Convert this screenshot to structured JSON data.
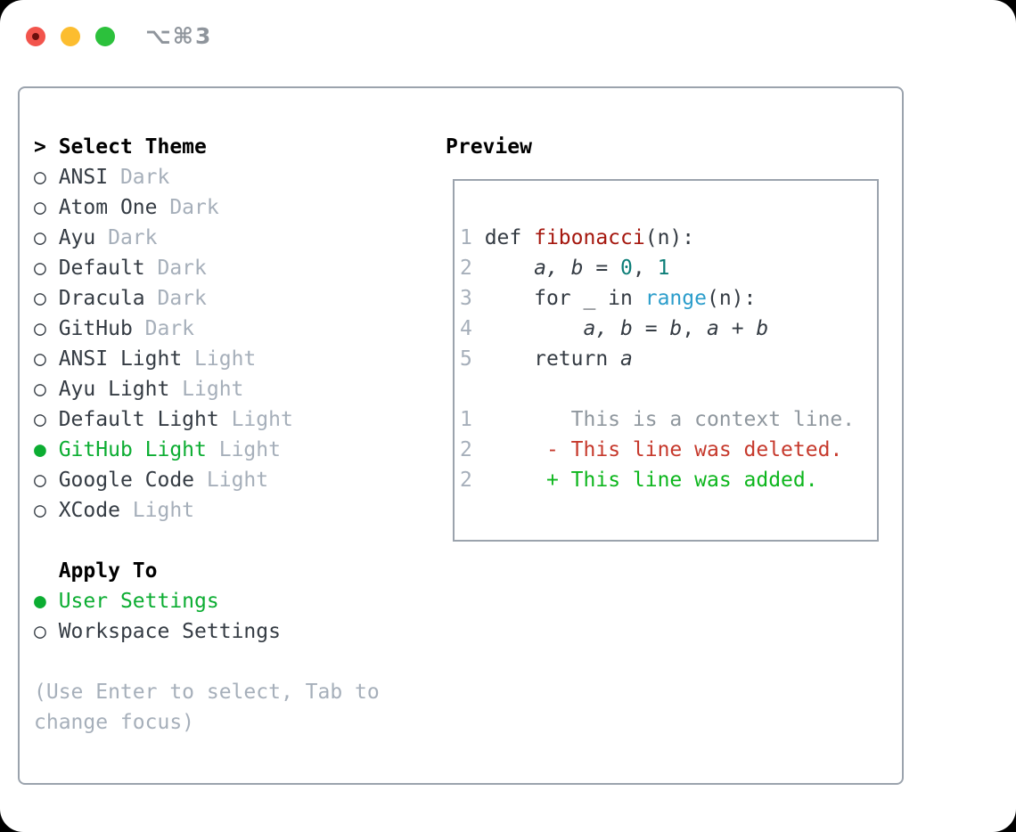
{
  "window": {
    "shortcut": "⌥⌘3"
  },
  "colors": {
    "accent_green": "#0cad32",
    "diff_added_green": "#0db61d",
    "diff_deleted_red": "#c6392c",
    "function_red": "#a5170e",
    "number_teal": "#0d7e78",
    "builtin_blue": "#2b9dcb",
    "muted_gray": "#a6afba",
    "text_dark": "#343b43",
    "border_gray": "#9ba3ad"
  },
  "theme_list": {
    "caret": ">",
    "header": "Select Theme",
    "bullet_unselected": "○",
    "bullet_selected": "●",
    "items": [
      {
        "name": "ANSI",
        "variant": "Dark",
        "selected": false
      },
      {
        "name": "Atom One",
        "variant": "Dark",
        "selected": false
      },
      {
        "name": "Ayu",
        "variant": "Dark",
        "selected": false
      },
      {
        "name": "Default",
        "variant": "Dark",
        "selected": false
      },
      {
        "name": "Dracula",
        "variant": "Dark",
        "selected": false
      },
      {
        "name": "GitHub",
        "variant": "Dark",
        "selected": false
      },
      {
        "name": "ANSI Light",
        "variant": "Light",
        "selected": false
      },
      {
        "name": "Ayu Light",
        "variant": "Light",
        "selected": false
      },
      {
        "name": "Default Light",
        "variant": "Light",
        "selected": false
      },
      {
        "name": "GitHub Light",
        "variant": "Light",
        "selected": true
      },
      {
        "name": "Google Code",
        "variant": "Light",
        "selected": false
      },
      {
        "name": "XCode",
        "variant": "Light",
        "selected": false
      }
    ]
  },
  "apply_to": {
    "header": "Apply To",
    "options": [
      {
        "label": "User Settings",
        "selected": true
      },
      {
        "label": "Workspace Settings",
        "selected": false
      }
    ]
  },
  "help": {
    "lines": [
      "(Use Enter to select, Tab to",
      "change focus)"
    ]
  },
  "preview": {
    "header": "Preview",
    "code": {
      "l1": {
        "num": "1",
        "s1": "def ",
        "fn": "fibonacci",
        "s2": "(n):"
      },
      "l2": {
        "num": "2",
        "ind": "    ",
        "v1": "a, b",
        "s1": " = ",
        "n1": "0",
        "s2": ", ",
        "n2": "1"
      },
      "l3": {
        "num": "3",
        "ind": "    ",
        "s1": "for _ in ",
        "fn": "range",
        "s2": "(n):"
      },
      "l4": {
        "num": "4",
        "ind": "        ",
        "v1": "a, b",
        "s1": " = ",
        "v2": "b",
        "s2": ", ",
        "v3": "a",
        "s3": " + ",
        "v4": "b"
      },
      "l5": {
        "num": "5",
        "ind": "    ",
        "s1": "return ",
        "v1": "a"
      }
    },
    "diff": {
      "d1": {
        "num": "1",
        "pad": "       ",
        "text": "This is a context line."
      },
      "d2": {
        "num": "2",
        "pad": "     ",
        "text": "- This line was deleted."
      },
      "d3": {
        "num": "2",
        "pad": "     ",
        "text": "+ This line was added."
      }
    }
  }
}
